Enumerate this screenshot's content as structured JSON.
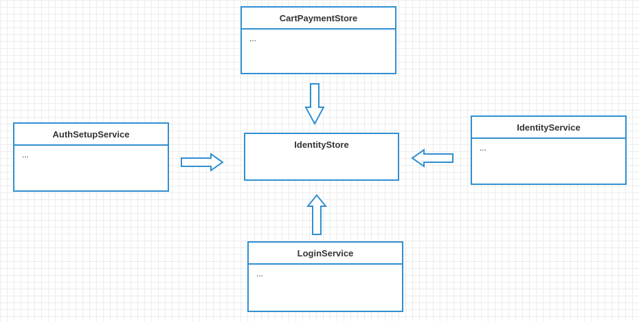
{
  "classes": {
    "cart_payment_store": {
      "name": "CartPaymentStore",
      "members": "..."
    },
    "identity_store": {
      "name": "IdentityStore"
    },
    "auth_setup_service": {
      "name": "AuthSetupService",
      "members": "..."
    },
    "identity_service": {
      "name": "IdentityService",
      "members": "..."
    },
    "login_service": {
      "name": "LoginService",
      "members": "..."
    }
  },
  "colors": {
    "stroke": "#2f8fd1",
    "text": "#333333",
    "grid": "#ececec"
  },
  "arrows": [
    {
      "from": "CartPaymentStore",
      "to": "IdentityStore",
      "direction": "down"
    },
    {
      "from": "AuthSetupService",
      "to": "IdentityStore",
      "direction": "right"
    },
    {
      "from": "IdentityService",
      "to": "IdentityStore",
      "direction": "left"
    },
    {
      "from": "LoginService",
      "to": "IdentityStore",
      "direction": "up"
    }
  ]
}
